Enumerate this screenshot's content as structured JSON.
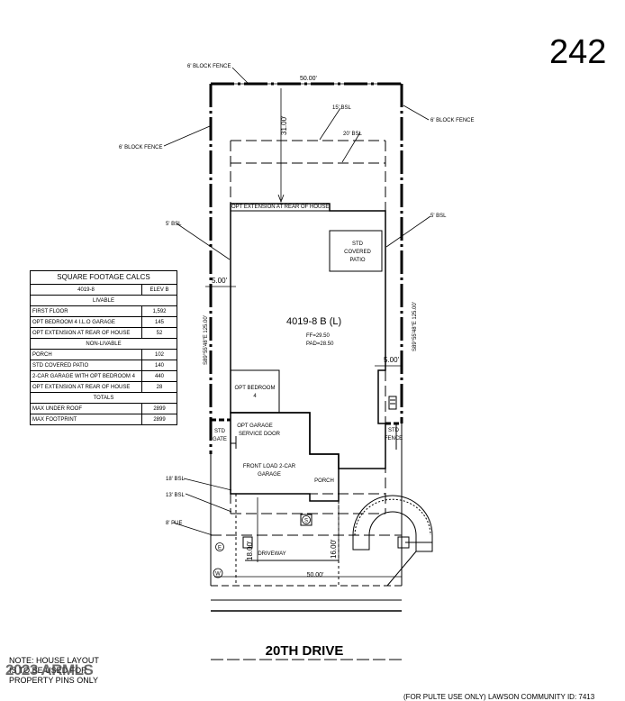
{
  "lot_number": "242",
  "labels": {
    "block_fence_top": "6' BLOCK FENCE",
    "block_fence_left": "6' BLOCK FENCE",
    "block_fence_right": "6' BLOCK FENCE",
    "width_top": "50.00'",
    "width_bottom": "50.00'",
    "rear_dist": "31.00'",
    "bsl_15": "15' BSL",
    "bsl_20": "20' BSL",
    "bsl_5_left": "5' BSL",
    "bsl_5_right": "5' BSL",
    "bsl_18": "18' BSL",
    "bsl_13": "13' BSL",
    "pue": "8' PUE",
    "opt_ext": "OPT EXTENSION AT REAR OF HOUSE",
    "covered_patio": [
      "STD",
      "COVERED",
      "PATIO"
    ],
    "side_left": "5.00'",
    "side_right": "5.00'",
    "bearing_left": "S89°55'48\"E 125.00'",
    "bearing_right": "S89°55'48\"E 125.00'",
    "model": "4019-8 B (L)",
    "ff": "FF=29.50",
    "pad": "PAD=28.50",
    "opt_bedroom": [
      "OPT BEDROOM",
      "4"
    ],
    "service_door": [
      "OPT GARAGE",
      "SERVICE DOOR"
    ],
    "garage": [
      "FRONT LOAD 2-CAR",
      "GARAGE"
    ],
    "porch": "PORCH",
    "std_gate": [
      "STD",
      "GATE"
    ],
    "std_fence": [
      "STD",
      "FENCE"
    ],
    "driveway": "DRIVEWAY",
    "front_dist_left": "18.00'",
    "front_dist_right": "16.00'",
    "marker_s": "S",
    "marker_e": "E",
    "marker_w": "W",
    "street": "20TH DRIVE"
  },
  "sqft": {
    "title": "SQUARE FOOTAGE CALCS",
    "model": "4019-8",
    "elev": "ELEV B",
    "livable_header": "LIVABLE",
    "livable": [
      {
        "label": "FIRST FLOOR",
        "value": "1,592"
      },
      {
        "label": "OPT BEDROOM 4 I.L.O GARAGE",
        "value": "145"
      },
      {
        "label": "OPT EXTENSION AT REAR OF HOUSE",
        "value": "52"
      }
    ],
    "nonlivable_header": "NON-LIVABLE",
    "nonlivable": [
      {
        "label": "PORCH",
        "value": "102"
      },
      {
        "label": "STD COVERED PATIO",
        "value": "140"
      },
      {
        "label": "2-CAR GARAGE WITH OPT BEDROOM 4",
        "value": "440"
      },
      {
        "label": "OPT EXTENSION AT REAR OF HOUSE",
        "value": "28"
      }
    ],
    "totals_header": "TOTALS",
    "totals": [
      {
        "label": "MAX UNDER ROOF",
        "value": "2899"
      },
      {
        "label": "MAX FOOTPRINT",
        "value": "2899"
      }
    ]
  },
  "note": [
    "NOTE: HOUSE LAYOUT",
    "IS TO BE USED FOR",
    "PROPERTY PINS ONLY"
  ],
  "watermark": "2023 ARMLS",
  "footer": "(FOR PULTE USE ONLY) LAWSON COMMUNITY ID: 7413"
}
